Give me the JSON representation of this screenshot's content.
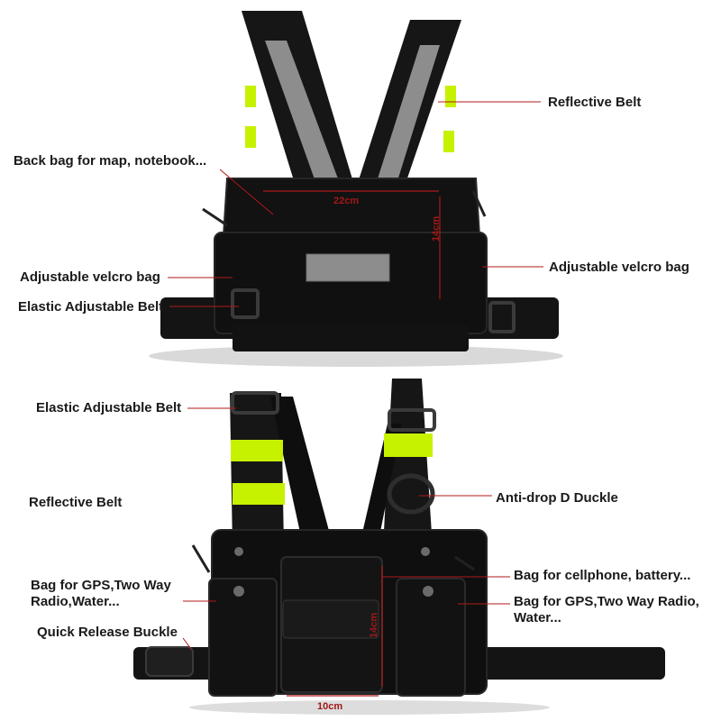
{
  "colors": {
    "fabric": "#111111",
    "fabric_edge": "#262626",
    "reflective": "#8d8d8d",
    "neon": "#c6f200",
    "leader_line": "#b01818",
    "label_text": "#1a1a1a"
  },
  "top_view": {
    "labels": {
      "reflective_belt": "Reflective Belt",
      "back_bag": "Back bag for map, notebook...",
      "velcro_left": "Adjustable velcro bag",
      "velcro_right": "Adjustable velcro bag",
      "elastic_belt": "Elastic Adjustable Belt"
    },
    "dimensions": {
      "width": "22cm",
      "height": "14cm"
    }
  },
  "bottom_view": {
    "labels": {
      "elastic_belt": "Elastic Adjustable Belt",
      "reflective_belt": "Reflective Belt",
      "d_buckle": "Anti-drop D Duckle",
      "gps_left": "Bag for GPS,Two Way Radio,Water...",
      "cellphone": "Bag for cellphone, battery...",
      "gps_right": "Bag for GPS,Two Way Radio, Water...",
      "quick_release": "Quick Release Buckle"
    },
    "dimensions": {
      "height": "14cm",
      "width": "10cm"
    }
  }
}
